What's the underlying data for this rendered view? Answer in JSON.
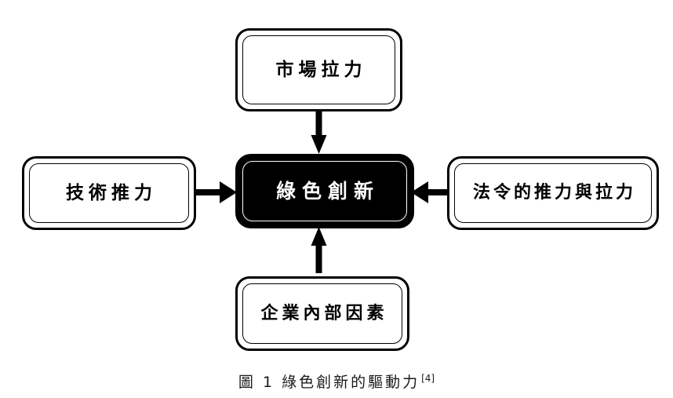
{
  "figure": {
    "caption_text": "圖 1 綠色創新的驅動力",
    "caption_reference": "[4]",
    "background_color": "#ffffff",
    "stroke_color": "#000000",
    "center_fill_color": "#000000",
    "center_text_color": "#ffffff"
  },
  "diagram": {
    "type": "hub-and-spoke",
    "center": {
      "id": "green-innovation",
      "label": "綠色創新",
      "fill": "#000000",
      "text_color": "#ffffff"
    },
    "drivers": [
      {
        "id": "market-pull",
        "label": "市場拉力",
        "position": "top",
        "arrow_direction": "down",
        "arrow_target": "green-innovation"
      },
      {
        "id": "technology-push",
        "label": "技術推力",
        "position": "left",
        "arrow_direction": "right",
        "arrow_target": "green-innovation"
      },
      {
        "id": "regulation-push-pull",
        "label": "法令的推力與拉力",
        "position": "right",
        "arrow_direction": "left",
        "arrow_target": "green-innovation"
      },
      {
        "id": "internal-enterprise-factors",
        "label": "企業內部因素",
        "position": "bottom",
        "arrow_direction": "up",
        "arrow_target": "green-innovation"
      }
    ]
  }
}
